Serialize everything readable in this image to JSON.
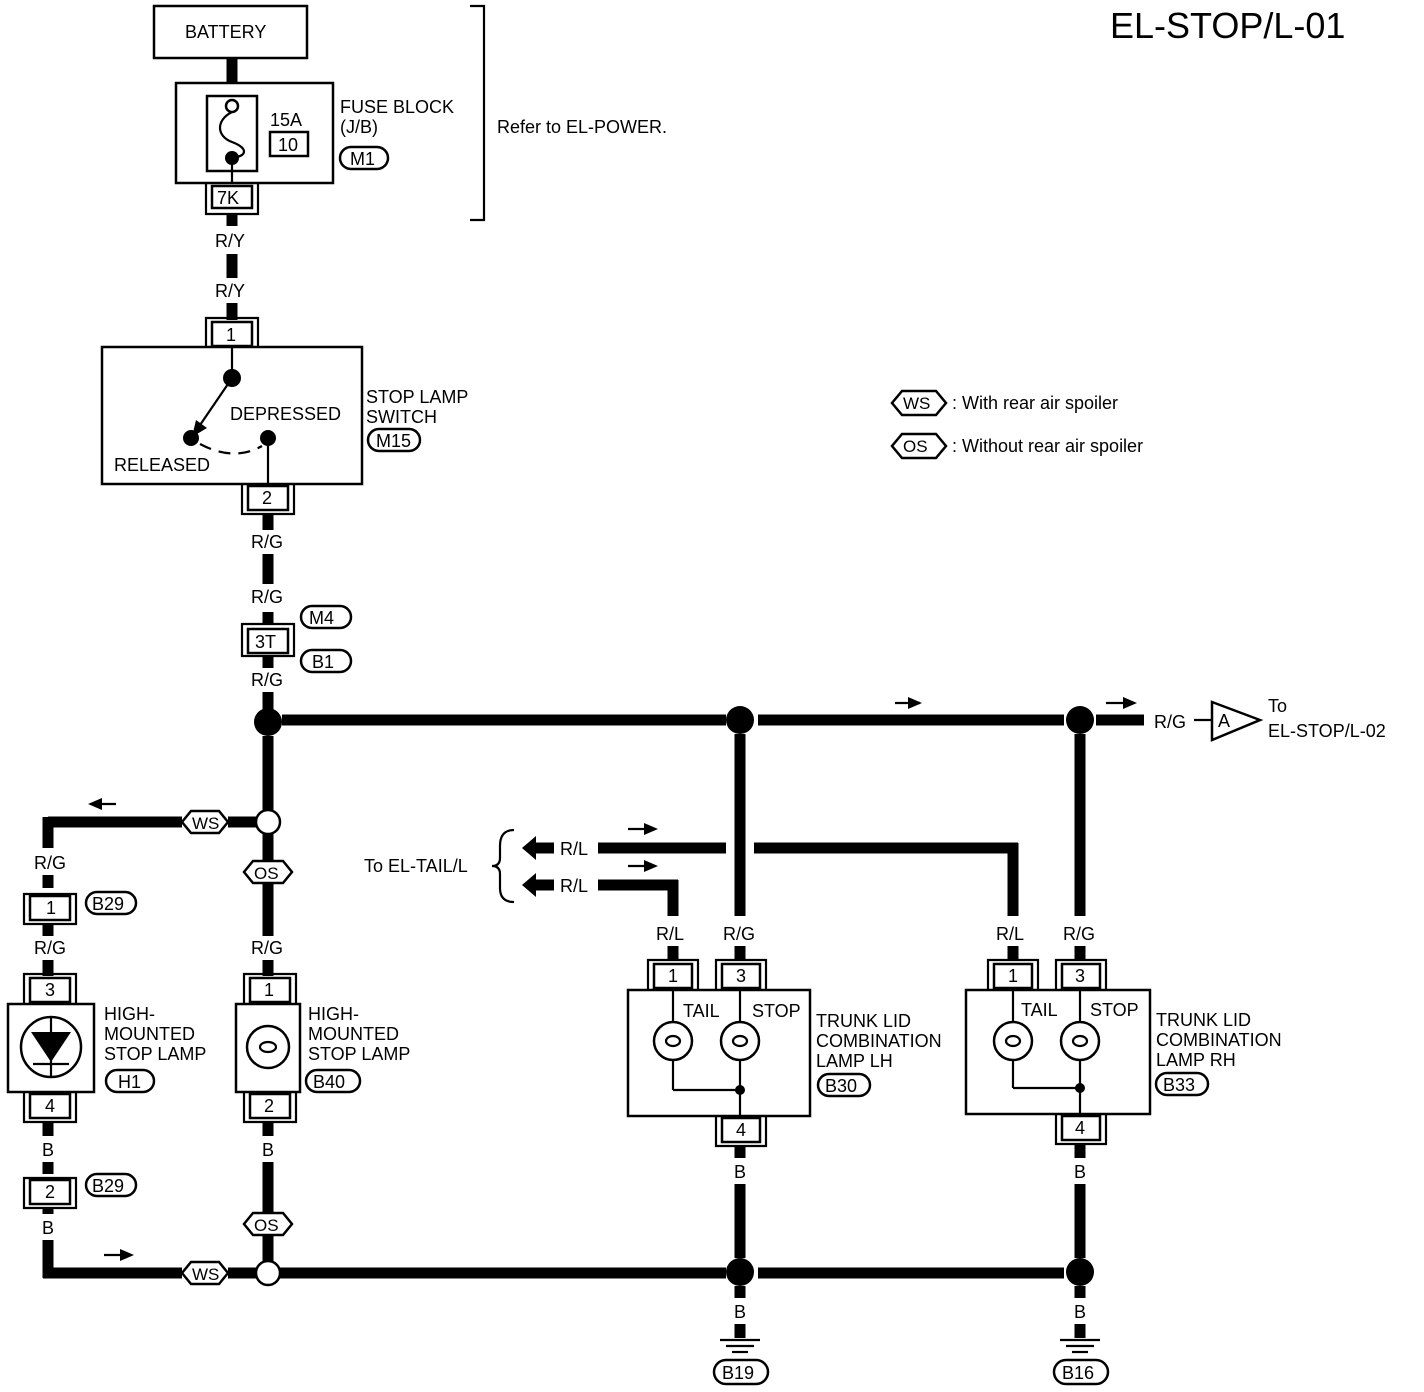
{
  "diagram_id": "EL-STOP/L-01",
  "battery": {
    "label": "BATTERY"
  },
  "fuse_block": {
    "name_line1": "FUSE BLOCK",
    "name_line2": "(J/B)",
    "rating": "15A",
    "fuse_no": "10",
    "connector": "M1",
    "terminal": "7K",
    "note": "Refer to EL-POWER."
  },
  "wires": {
    "ry": "R/Y",
    "rg": "R/G",
    "rl": "R/L",
    "b": "B"
  },
  "stop_lamp_switch": {
    "name_line1": "STOP LAMP",
    "name_line2": "SWITCH",
    "connector": "M15",
    "pin_in": "1",
    "pin_out": "2",
    "state_depressed": "DEPRESSED",
    "state_released": "RELEASED"
  },
  "joint_connector": {
    "pin": "3T",
    "upper": "M4",
    "lower": "B1"
  },
  "legend": {
    "ws_tag": "WS",
    "ws_text": ": With rear air spoiler",
    "os_tag": "OS",
    "os_text": ": Without rear air spoiler"
  },
  "to_next": {
    "tag": "A",
    "line1": "To",
    "line2": "EL-STOP/L-02"
  },
  "to_tail": "To EL-TAIL/L",
  "high_mount_ws": {
    "line1": "HIGH-",
    "line2": "MOUNTED",
    "line3": "STOP LAMP",
    "connector": "H1",
    "pin_in": "3",
    "pin_out": "4",
    "junction_connector": "B29",
    "junction_pin_top": "1",
    "junction_pin_bottom": "2"
  },
  "high_mount_os": {
    "line1": "HIGH-",
    "line2": "MOUNTED",
    "line3": "STOP LAMP",
    "connector": "B40",
    "pin_in": "1",
    "pin_out": "2"
  },
  "trunk_lh": {
    "line1": "TRUNK LID",
    "line2": "COMBINATION",
    "line3": "LAMP LH",
    "connector": "B30",
    "pin_tail": "1",
    "pin_stop": "3",
    "pin_ground": "4",
    "tail": "TAIL",
    "stop": "STOP"
  },
  "trunk_rh": {
    "line1": "TRUNK LID",
    "line2": "COMBINATION",
    "line3": "LAMP RH",
    "connector": "B33",
    "pin_tail": "1",
    "pin_stop": "3",
    "pin_ground": "4",
    "tail": "TAIL",
    "stop": "STOP"
  },
  "grounds": {
    "left": "B19",
    "right": "B16"
  }
}
